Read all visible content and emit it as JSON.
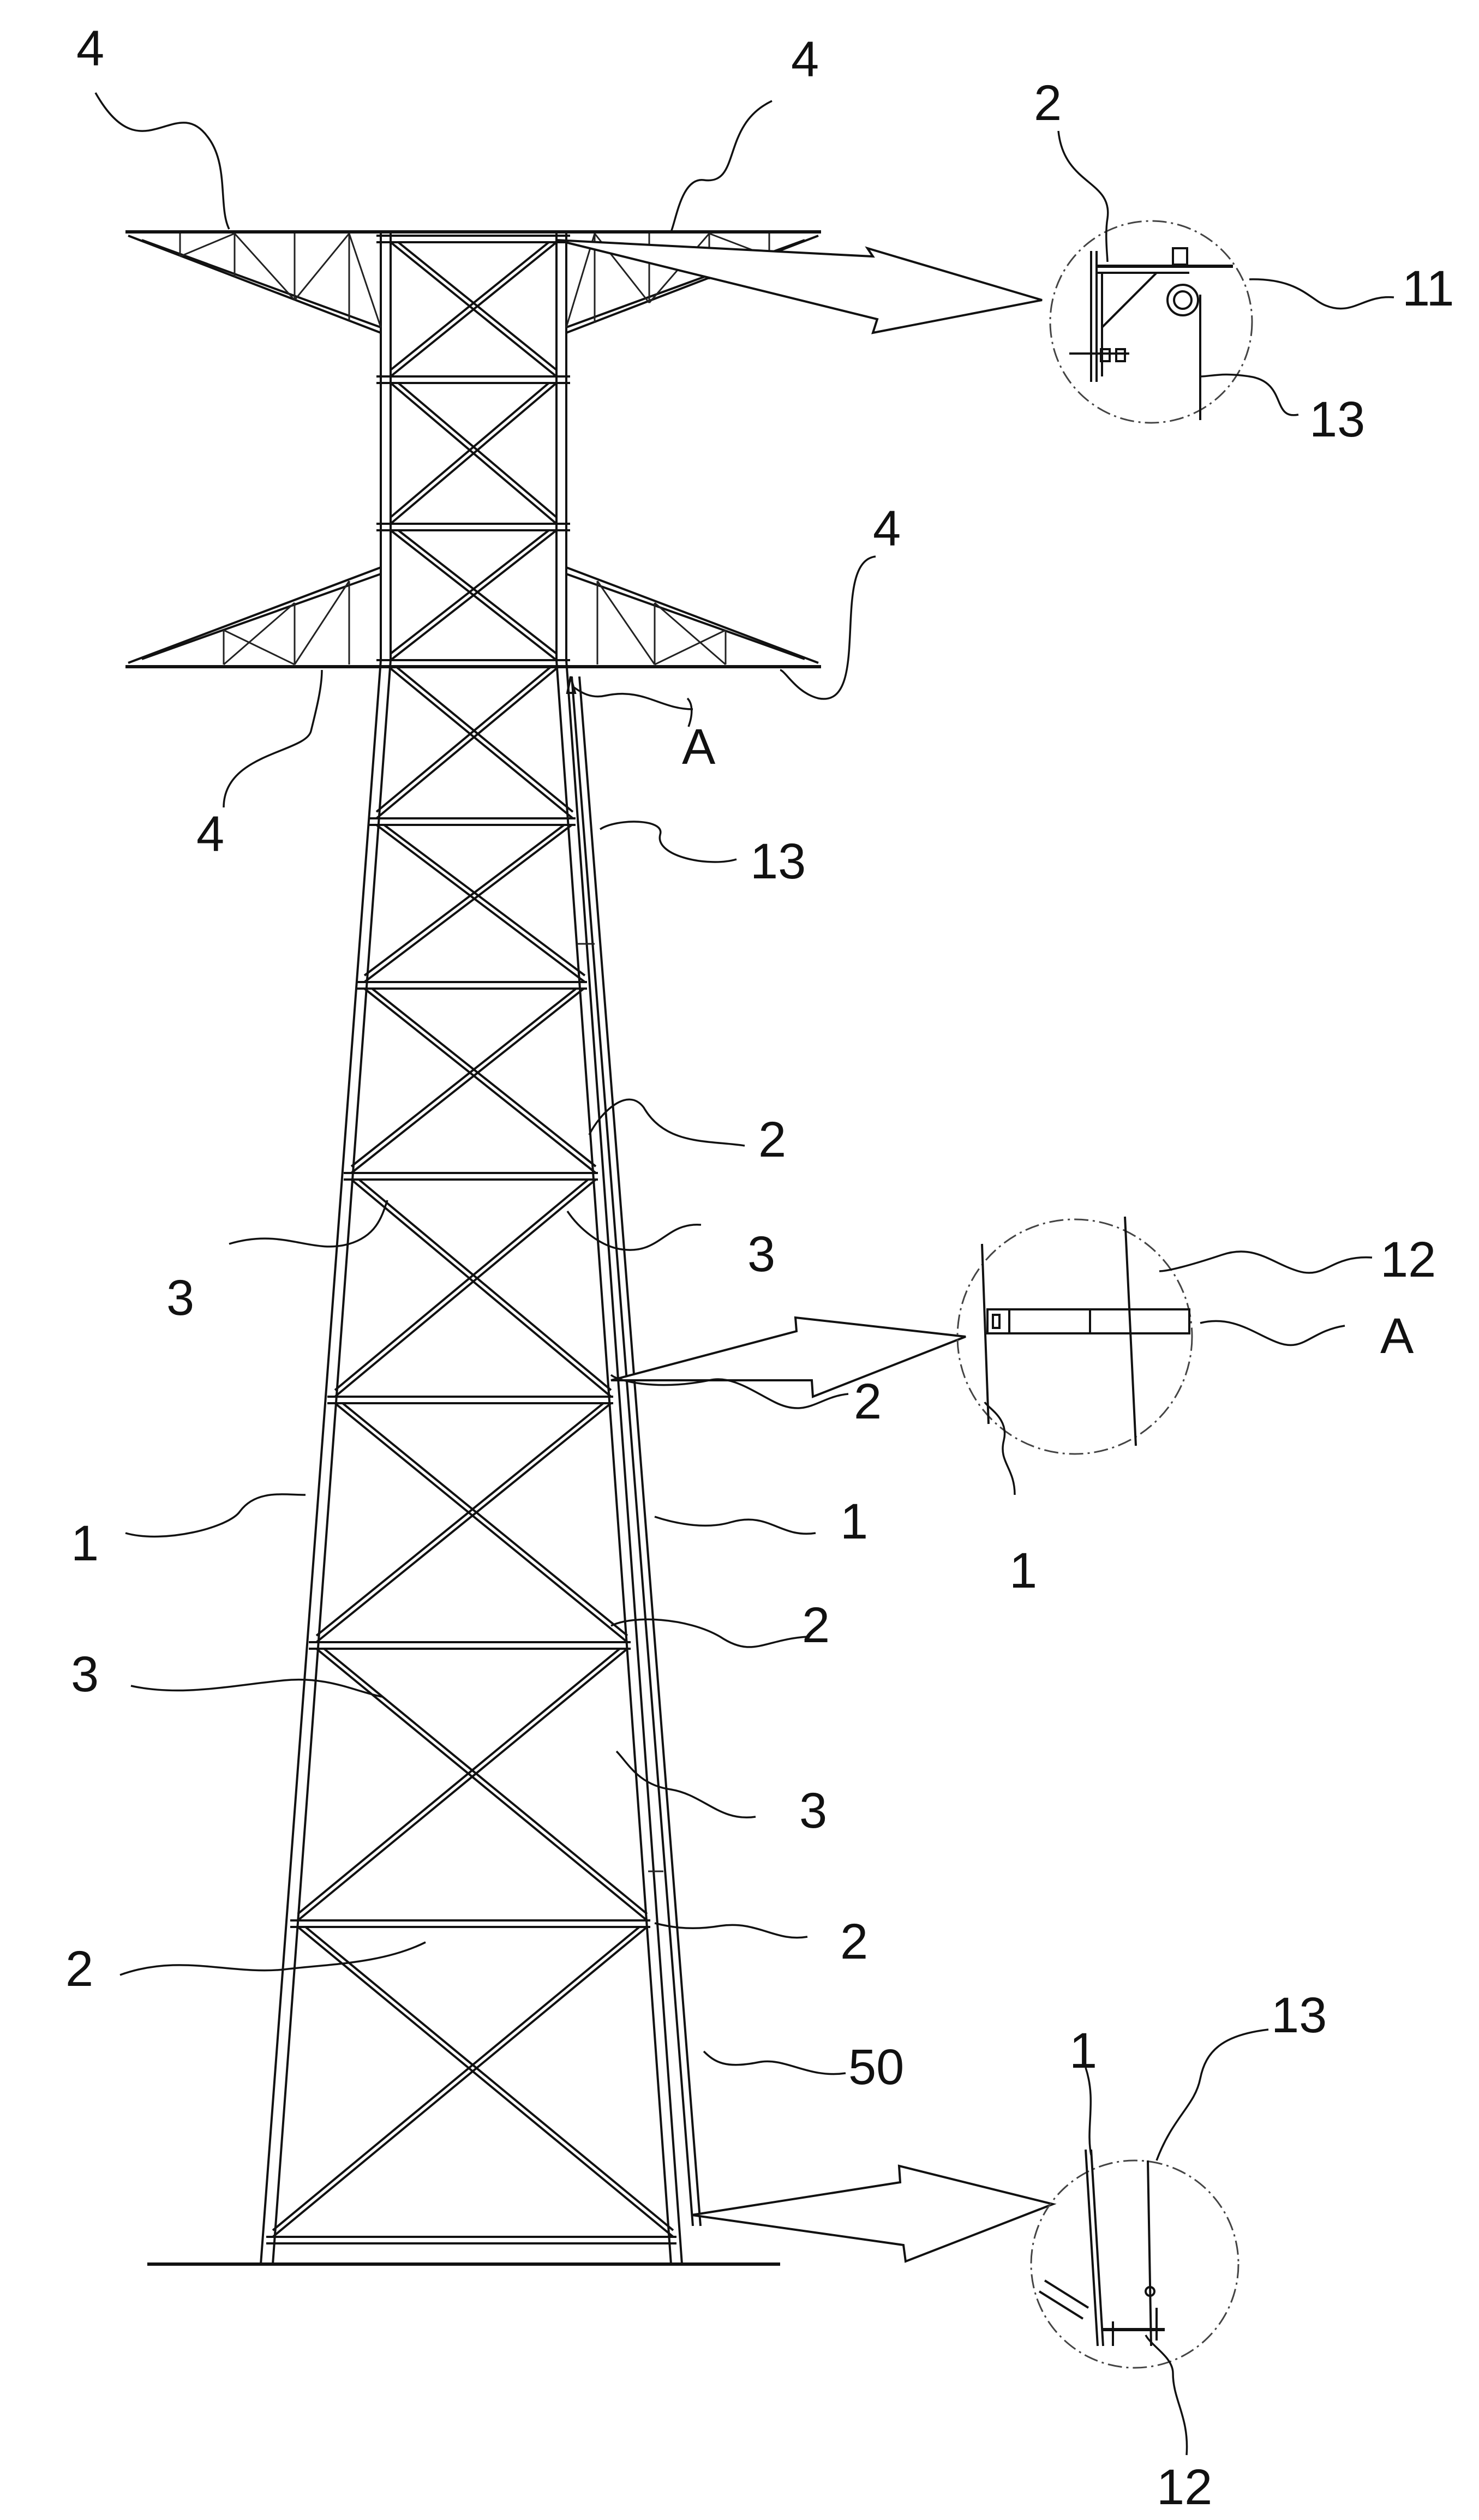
{
  "figure": {
    "labels": {
      "arm_top_left": "4",
      "arm_top_right": "4",
      "arm_mid_right": "4",
      "arm_mid_left": "4",
      "detail_top_2": "2",
      "detail_top_11": "11",
      "detail_top_13": "13",
      "point_a": "A",
      "wire_13": "13",
      "strut_2_upper": "2",
      "brace_3_left": "3",
      "brace_3_right": "3",
      "detail_mid_12": "12",
      "detail_mid_a": "A",
      "strut_2_mid": "2",
      "detail_mid_1": "1",
      "leg_1_left": "1",
      "leg_1_right": "1",
      "strut_2_lower": "2",
      "brace_3_lower_left": "3",
      "brace_3_lower_right": "3",
      "strut_2_bottom_right": "2",
      "strut_2_bottom_left": "2",
      "wire_50": "50",
      "detail_bot_1": "1",
      "detail_bot_13": "13",
      "detail_bot_12": "12"
    }
  }
}
